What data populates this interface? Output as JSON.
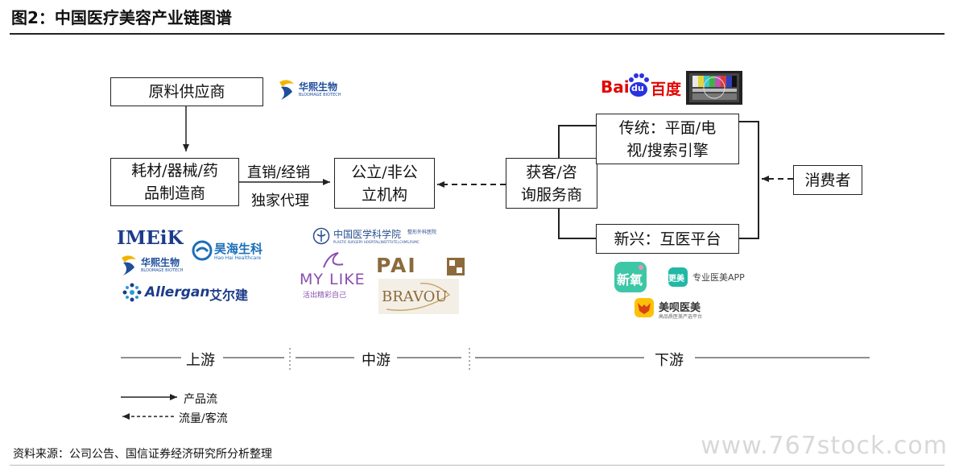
{
  "title": "图2：中国医疗美容产业链图谱",
  "nodes": {
    "raw": "原料供应商",
    "manufacturer_line1": "耗材/器械/药",
    "manufacturer_line2": "品制造商",
    "institution_line1": "公立/非公",
    "institution_line2": "立机构",
    "acquisition_line1": "获客/咨",
    "acquisition_line2": "询服务商",
    "traditional_line1": "传统：平面/电",
    "traditional_line2": "视/搜索引擎",
    "emerging": "新兴：互医平台",
    "consumer": "消费者"
  },
  "edge_labels": {
    "direct": "直销/经销",
    "agent": "独家代理"
  },
  "logos": {
    "huaxi": "华熙生物",
    "huaxi_sub": "BLOOMAGE BIOTECH",
    "imeik": "IMEiK",
    "haohai": "昊海生科",
    "haohai_sub": "Hao Hai Healthcare",
    "allergan": "Allergan",
    "allergan_cn": "艾尔建",
    "camsh": "中国医学科学院",
    "camsh_side": "整形外科医院",
    "camsh_sub": "PLASTIC SURGERY HOSPITAL(INSTITUTE),CAMS,PUMC",
    "mylike": "MY LIKE",
    "mylike_sub": "活出精彩自己",
    "pai": "PAI",
    "bravou": "BRAVOU",
    "baidu_en": "Bai",
    "baidu_du": "du",
    "baidu_cn": "百度",
    "xinyang": "新氧",
    "gengmei": "更美",
    "gengmei_label": "专业医美APP",
    "meihe": "美呗医美",
    "meihe_sub": "高品质医美严选平台"
  },
  "stages": [
    "上游",
    "中游",
    "下游"
  ],
  "legend": {
    "product_flow": "产品流",
    "traffic_flow": "流量/客流"
  },
  "source": "资料来源：公司公告、国信证券经济研究所分析整理",
  "watermark": "www.767stock.com",
  "colors": {
    "line": "#222222",
    "baidu_red": "#e10602",
    "baidu_blue": "#2932e1",
    "huaxi_blue": "#1f4e9c",
    "huaxi_yellow": "#f2b400",
    "imeik_blue": "#1c3b8a",
    "haohai_blue": "#1d6fb8",
    "mylike_purple": "#8a4fb0",
    "pai_brown": "#8c6a3b",
    "xinyang_green": "#3ec7a6",
    "gengmei_teal": "#21b8a6",
    "meihe_yellow": "#ffc107"
  }
}
